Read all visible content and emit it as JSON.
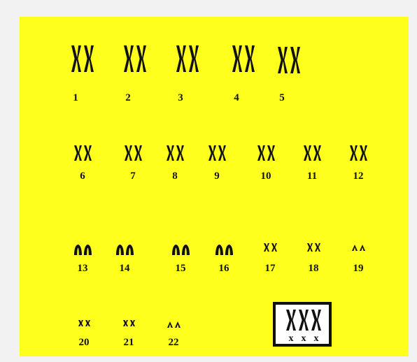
{
  "karyotype": {
    "colors": {
      "background": "#ffff1e",
      "chromosome": "#111111",
      "page": "#f2f2f2",
      "sex_box": "#ffffff"
    },
    "autosomes": [
      {
        "label": "1",
        "shape": "large-x"
      },
      {
        "label": "2",
        "shape": "large-x"
      },
      {
        "label": "3",
        "shape": "large-x"
      },
      {
        "label": "4",
        "shape": "large-x"
      },
      {
        "label": "5",
        "shape": "large-x"
      },
      {
        "label": "6",
        "shape": "medium-x"
      },
      {
        "label": "7",
        "shape": "medium-x"
      },
      {
        "label": "8",
        "shape": "medium-x"
      },
      {
        "label": "9",
        "shape": "medium-x"
      },
      {
        "label": "10",
        "shape": "medium-x"
      },
      {
        "label": "11",
        "shape": "medium-x"
      },
      {
        "label": "12",
        "shape": "medium-x"
      },
      {
        "label": "13",
        "shape": "acrocentric"
      },
      {
        "label": "14",
        "shape": "acrocentric"
      },
      {
        "label": "15",
        "shape": "acrocentric"
      },
      {
        "label": "16",
        "shape": "acrocentric"
      },
      {
        "label": "17",
        "shape": "small-x"
      },
      {
        "label": "18",
        "shape": "small-x"
      },
      {
        "label": "19",
        "shape": "small-caret"
      },
      {
        "label": "20",
        "shape": "tiny-x"
      },
      {
        "label": "21",
        "shape": "tiny-x"
      },
      {
        "label": "22",
        "shape": "small-caret"
      }
    ],
    "sex_chromosomes": {
      "count": 3,
      "labels": [
        "x",
        "x",
        "x"
      ]
    }
  }
}
